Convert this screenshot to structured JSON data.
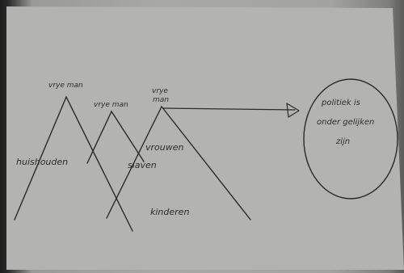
{
  "diagram": {
    "peaks": {
      "left_top": "vrye man",
      "middle_top": "vrye man",
      "right_top_line1": "vrye",
      "right_top_line2": "man"
    },
    "groups": {
      "left": "huishouden",
      "middle": "slaven",
      "right_1": "vrouwen",
      "right_2": "kinderen"
    },
    "bubble": {
      "line1": "politiek is",
      "line2": "onder gelijken",
      "line3": "zijn"
    }
  }
}
